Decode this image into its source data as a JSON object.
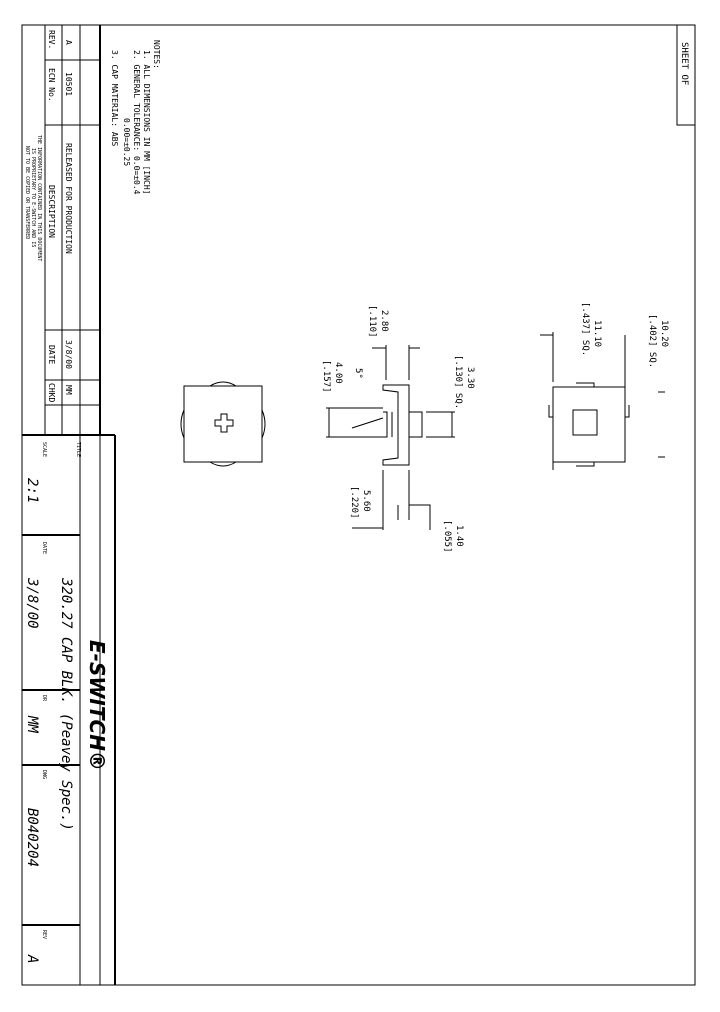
{
  "sheet": {
    "label": "SHEET OF"
  },
  "notes": {
    "heading": "NOTES:",
    "items": [
      "1. ALL DIMENSIONS IN MM [INCH]",
      "2. GENERAL TOLERANCE: 0.0=±0.4",
      "0.00=±0.25",
      "3. CAP MATERIAL: ABS"
    ]
  },
  "revision_block": {
    "headers": {
      "rev": "REV.",
      "ecn": "ECN No.",
      "description": "DESCRIPTION",
      "date": "DATE",
      "chkd": "CHKD"
    },
    "row": {
      "rev": "A",
      "ecn": "10501",
      "description": "RELEASED FOR PRODUCTION",
      "date": "3/8/00",
      "chkd": "MM"
    },
    "proprietary": [
      "THE INFORMATION CONTAINED IN THIS DOCUMENT",
      "IS PROPRIETARY TO E-SWITCH AND IS",
      "NOT TO BE COPIED OR TRANSFERRED"
    ]
  },
  "title_block": {
    "logo": "E-SWITCH",
    "title_label": "TITLE",
    "title": "320.27 CAP BLK. (Peavey Spec.)",
    "scale_label": "SCALE",
    "scale": "2:1",
    "date_label": "DATE",
    "date": "3/8/00",
    "dr_label": "DR",
    "dr": "MM",
    "dwg_label": "DWG",
    "dwg": "B040204",
    "rev_label": "REV",
    "rev": "A"
  },
  "dimensions": {
    "top_outer": [
      "10.20",
      "[.402] SQ."
    ],
    "top_inner": [
      "11.10",
      "[.437] SQ."
    ],
    "stem_sq": [
      "3.30",
      "[.130] SQ."
    ],
    "stem_gap": [
      "2.80",
      "[.110]"
    ],
    "angle": "5°",
    "height": [
      "4.00",
      "[.157]"
    ],
    "width": [
      "5.60",
      "[.220]"
    ],
    "flange": [
      "1.40",
      "[.055]"
    ]
  }
}
